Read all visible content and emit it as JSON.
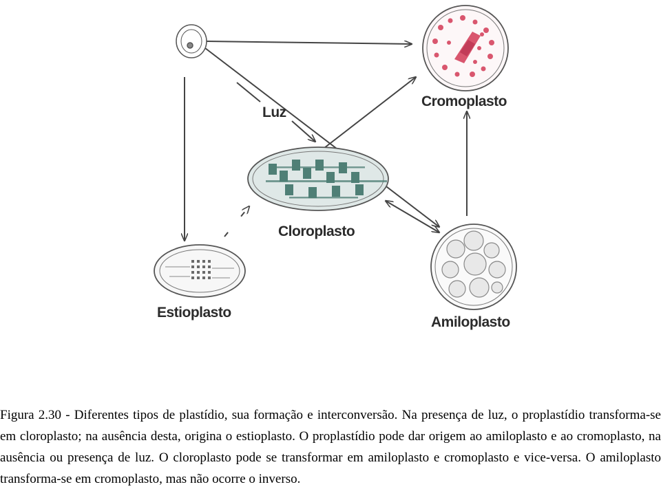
{
  "diagram": {
    "labels": {
      "light": "Luz",
      "chromoplast": "Cromoplasto",
      "chloroplast": "Cloroplasto",
      "etioplast": "Estioplasto",
      "amyloplast": "Amiloplasto"
    },
    "colors": {
      "outline": "#555555",
      "chromoplast_pigment": "#d9566e",
      "chloroplast_fill": "#dfe8e7",
      "thylakoid": "#4f7f76",
      "amyloplast_grain": "#e8e8e8"
    }
  },
  "caption": {
    "text": "Figura 2.30 - Diferentes tipos de plastídio, sua formação e interconversão. Na presença de luz, o proplastídio transforma-se em cloroplasto; na ausência desta, origina o estioplasto. O proplastídio pode dar origem ao amiloplasto e ao cromoplasto, na ausência ou presença de luz. O cloroplasto pode se transformar em amiloplasto e cromoplasto e vice-versa. O amiloplasto transforma-se em cromoplasto, mas não ocorre o inverso."
  }
}
